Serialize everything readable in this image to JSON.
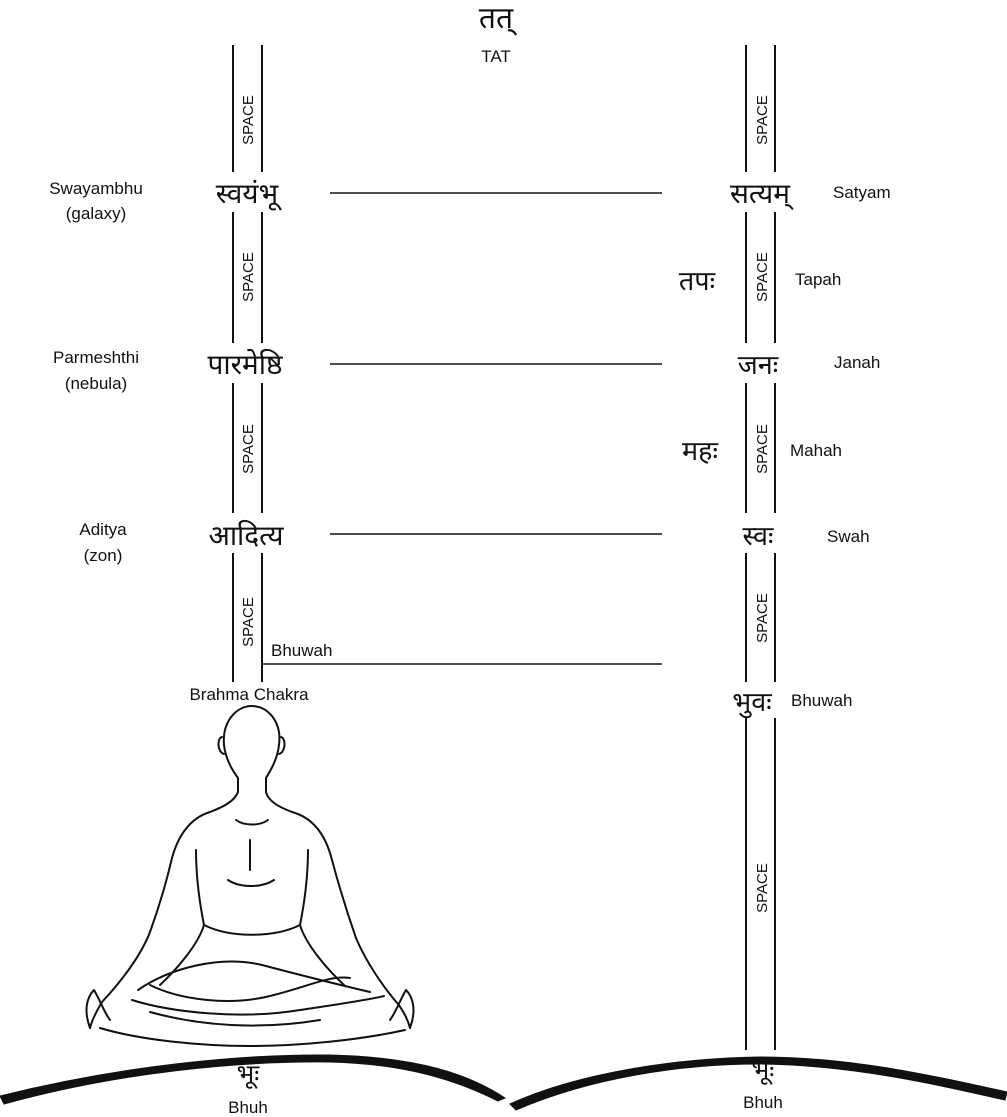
{
  "top": {
    "deva": "तत्",
    "latin": "TAT"
  },
  "space_label": "SPACE",
  "left_column": {
    "levels": [
      {
        "name": "Swayambhu",
        "note": "(galaxy)",
        "deva": "स्वयंभू"
      },
      {
        "name": "Parmeshthi",
        "note": "(nebula)",
        "deva": "पारमेष्ठि"
      },
      {
        "name": "Aditya",
        "note": "(zon)",
        "deva": "आदित्य"
      }
    ],
    "bhuwah_label": "Bhuwah",
    "chakra_label": "Brahma Chakra",
    "ground": {
      "deva": "भूः",
      "latin": "Bhuh"
    }
  },
  "right_column": {
    "levels": [
      {
        "deva": "सत्यम्",
        "name": "Satyam"
      },
      {
        "deva": "तपः",
        "name": "Tapah"
      },
      {
        "deva": "जनः",
        "name": "Janah"
      },
      {
        "deva": "महः",
        "name": "Mahah"
      },
      {
        "deva": "स्वः",
        "name": "Swah"
      },
      {
        "deva": "भुवः",
        "name": "Bhuwah"
      }
    ],
    "ground": {
      "deva": "भूः",
      "latin": "Bhuh"
    }
  }
}
